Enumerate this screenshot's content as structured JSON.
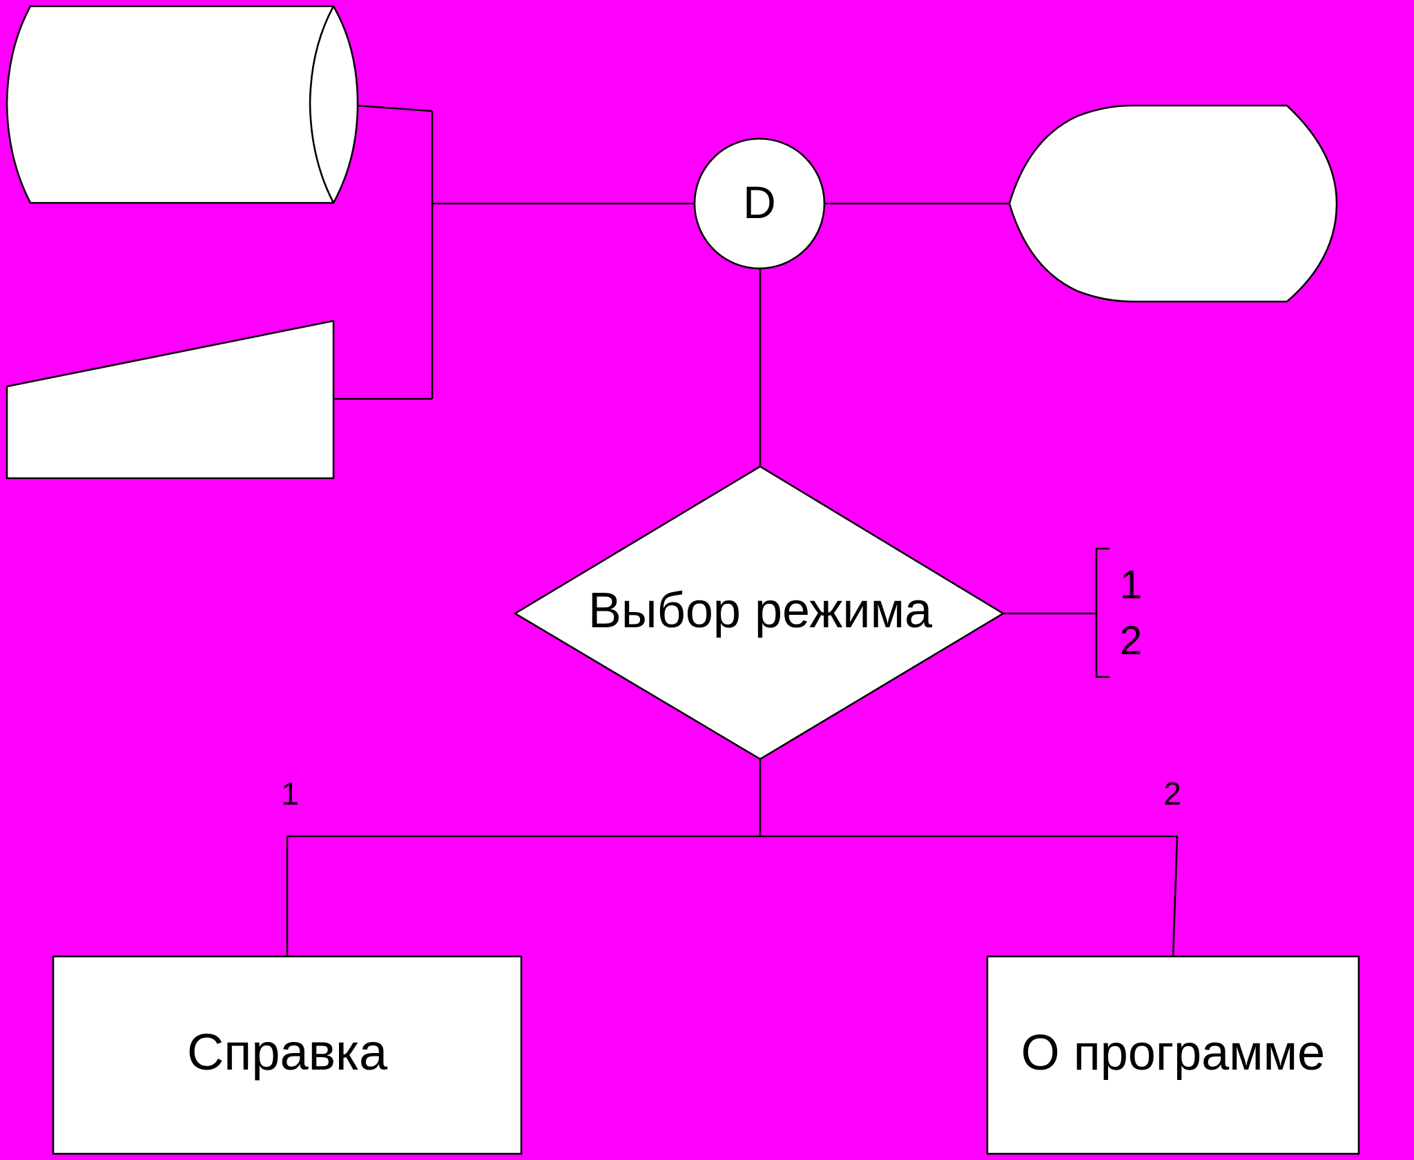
{
  "colors": {
    "background": "#ff00ff",
    "shape_fill": "#ffffff",
    "stroke": "#000000",
    "text": "#000000"
  },
  "connector": {
    "label": "D"
  },
  "decision": {
    "label": "Выбор режима",
    "options": [
      "1",
      "2"
    ]
  },
  "branches": [
    {
      "number": "1",
      "label": "Справка"
    },
    {
      "number": "2",
      "label": "О программе"
    }
  ]
}
